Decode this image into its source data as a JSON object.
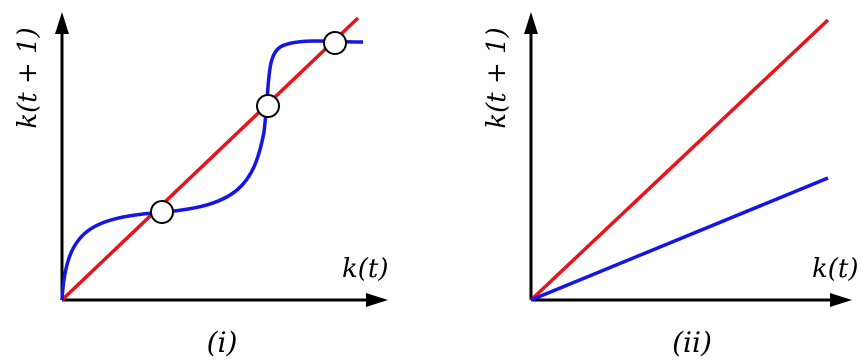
{
  "colors": {
    "axis": "#000000",
    "diagonal_line": "#e8141c",
    "map_curve": "#1515e6",
    "fixed_point_fill": "#ffffff",
    "background": "#ffffff"
  },
  "panels": [
    {
      "id": "i",
      "caption": "(i)",
      "x_axis_label": "k(t)",
      "y_axis_label": "k(t + 1)",
      "fixed_points": 3
    },
    {
      "id": "ii",
      "caption": "(ii)",
      "x_axis_label": "k(t)",
      "y_axis_label": "k(t + 1)",
      "fixed_points": 0
    }
  ]
}
